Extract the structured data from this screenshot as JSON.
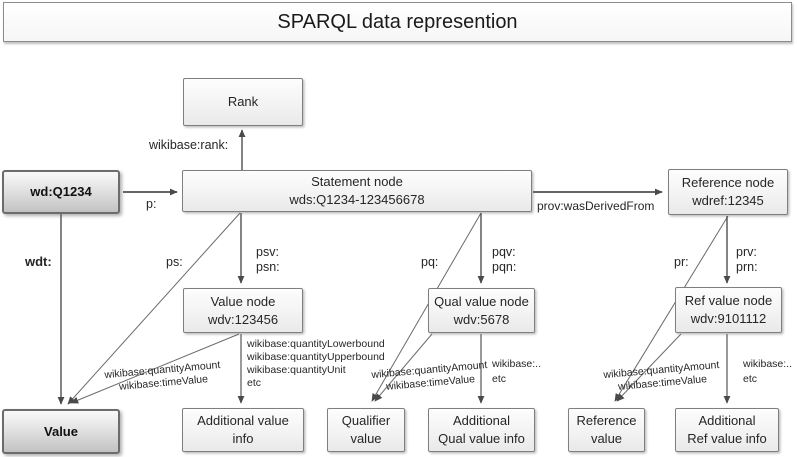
{
  "title": "SPARQL data represention",
  "nodes": {
    "rank": {
      "title": "Rank"
    },
    "item": {
      "title": "wd:Q1234"
    },
    "statement": {
      "title": "Statement node",
      "subtitle": "wds:Q1234-123456678"
    },
    "reference": {
      "title": "Reference node",
      "subtitle": "wdref:12345"
    },
    "value_node": {
      "title": "Value node",
      "subtitle": "wdv:123456"
    },
    "qual_value_node": {
      "title": "Qual value node",
      "subtitle": "wdv:5678"
    },
    "ref_value_node": {
      "title": "Ref value node",
      "subtitle": "wdv:9101112"
    },
    "value": {
      "title": "Value"
    },
    "additional_value_info": {
      "title": "Additional value",
      "subtitle": "info"
    },
    "qualifier_value": {
      "title": "Qualifier",
      "subtitle": "value"
    },
    "additional_qual_value_info": {
      "title": "Additional",
      "subtitle": "Qual value info"
    },
    "reference_value": {
      "title": "Reference",
      "subtitle": "value"
    },
    "additional_ref_value_info": {
      "title": "Additional",
      "subtitle": "Ref value info"
    }
  },
  "edges": {
    "rank": {
      "label": "wikibase:rank:"
    },
    "p": {
      "label": "p:"
    },
    "prov": {
      "label": "prov:wasDerivedFrom"
    },
    "wdt": {
      "label": "wdt:"
    },
    "ps": {
      "label": "ps:"
    },
    "psv": {
      "line1": "psv:",
      "line2": "psn:"
    },
    "pq": {
      "label": "pq:"
    },
    "pqv": {
      "line1": "pqv:",
      "line2": "pqn:"
    },
    "pr": {
      "label": "pr:"
    },
    "prv": {
      "line1": "prv:",
      "line2": "prn:"
    },
    "value_node_to_value": {
      "line1": "wikibase:quantityAmount",
      "line2": "wikibase:timeValue"
    },
    "value_node_to_info": {
      "line1": "wikibase:quantityLowerbound",
      "line2": "wikibase:quantityUpperbound",
      "line3": "wikibase:quantityUnit",
      "line4": "etc"
    },
    "qual_node_to_value": {
      "line1": "wikibase:quantityAmount",
      "line2": "wikibase:timeValue"
    },
    "qual_node_to_info": {
      "line1": "wikibase:..",
      "line2": "etc"
    },
    "ref_node_to_value": {
      "line1": "wikibase:quantityAmount",
      "line2": "wikibase:timeValue"
    },
    "ref_node_to_info": {
      "line1": "wikibase:..",
      "line2": "etc"
    }
  },
  "colors": {
    "background": "#ffffff",
    "box_border": "#7f7f7f",
    "box_fill_top": "#fdfdfd",
    "box_fill_bottom": "#e9e9e9",
    "strong_fill_bottom": "#c2c2c2",
    "arrow": "#4f4f4f",
    "text": "#262626"
  }
}
